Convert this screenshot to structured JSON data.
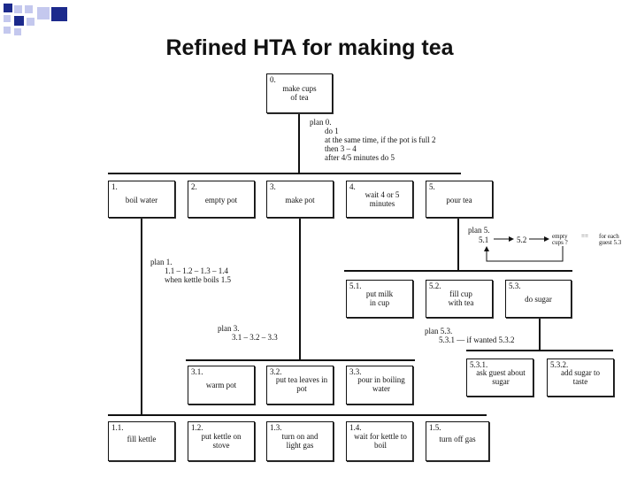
{
  "title": "Refined HTA for making tea",
  "nodes": {
    "n0": {
      "num": "0.",
      "text": "make cups of tea"
    },
    "n1": {
      "num": "1.",
      "text": "boil water"
    },
    "n2": {
      "num": "2.",
      "text": "empty pot"
    },
    "n3": {
      "num": "3.",
      "text": "make pot"
    },
    "n4": {
      "num": "4.",
      "text": "wait 4 or 5 minutes"
    },
    "n5": {
      "num": "5.",
      "text": "pour tea"
    },
    "n51": {
      "num": "5.1.",
      "text": "put milk in cup"
    },
    "n52": {
      "num": "5.2.",
      "text": "fill cup with tea"
    },
    "n53": {
      "num": "5.3.",
      "text": "do sugar"
    },
    "n31": {
      "num": "3.1.",
      "text": "warm pot"
    },
    "n32": {
      "num": "3.2.",
      "text": "put tea leaves in pot"
    },
    "n33": {
      "num": "3.3.",
      "text": "pour in boiling water"
    },
    "n531": {
      "num": "5.3.1.",
      "text": "ask guest about sugar"
    },
    "n532": {
      "num": "5.3.2.",
      "text": "add sugar to taste"
    },
    "n11": {
      "num": "1.1.",
      "text": "fill kettle"
    },
    "n12": {
      "num": "1.2.",
      "text": "put kettle on stove"
    },
    "n13": {
      "num": "1.3.",
      "text": "turn on and light gas"
    },
    "n14": {
      "num": "1.4.",
      "text": "wait for kettle to boil"
    },
    "n15": {
      "num": "1.5.",
      "text": "turn off gas"
    }
  },
  "plans": {
    "plan0": [
      "plan 0.",
      "do 1",
      "at the same time, if the pot is full 2",
      "then 3 – 4",
      "after 4/5 minutes do 5"
    ],
    "plan1": [
      "plan 1.",
      "1.1 – 1.2 – 1.3 – 1.4",
      "when kettle boils 1.5"
    ],
    "plan3": [
      "plan 3.",
      "3.1 – 3.2 – 3.3"
    ],
    "plan5": [
      "plan 5.",
      "5.1",
      "5.2"
    ],
    "plan53": [
      "plan 5.3.",
      "5.3.1 — if wanted 5.3.2"
    ]
  },
  "plan5_loop": {
    "condition": "empty cups ?",
    "arrow": "==",
    "repeat": "for each guest 5.3"
  },
  "colors": {
    "square_dark": "#1c2a8c",
    "square_light": "#c4c8ee",
    "line": "#111111"
  }
}
